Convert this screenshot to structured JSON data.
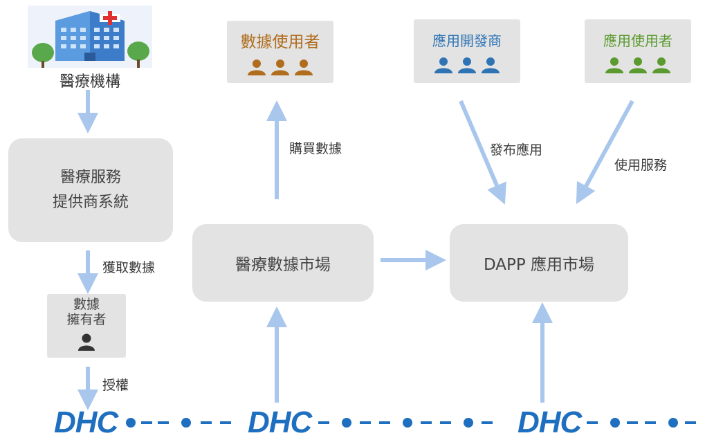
{
  "nodes": {
    "institution": "醫療機構",
    "provider_line1": "醫療服務",
    "provider_line2": "提供商系統",
    "owner_line1": "數據",
    "owner_line2": "擁有者",
    "data_market": "醫療數據市場",
    "dapp_market": "DAPP 應用市場",
    "data_user": "數據使用者",
    "app_dev": "應用開發商",
    "app_user": "應用使用者"
  },
  "edges": {
    "acquire": "獲取數據",
    "authorize": "授權",
    "buy": "購買數據",
    "publish": "發布應用",
    "use_service": "使用服務"
  },
  "chain": {
    "label_1": "DHC",
    "label_2": "DHC",
    "label_3": "DHC"
  },
  "colors": {
    "data_user": "#b06d1e",
    "app_dev": "#2e74b5",
    "app_user": "#5a9a2e",
    "chain": "#1f6fc0",
    "arrow": "#a9c6ec",
    "box": "#e3e3e3"
  },
  "icons": [
    "hospital-icon",
    "person-icon"
  ]
}
